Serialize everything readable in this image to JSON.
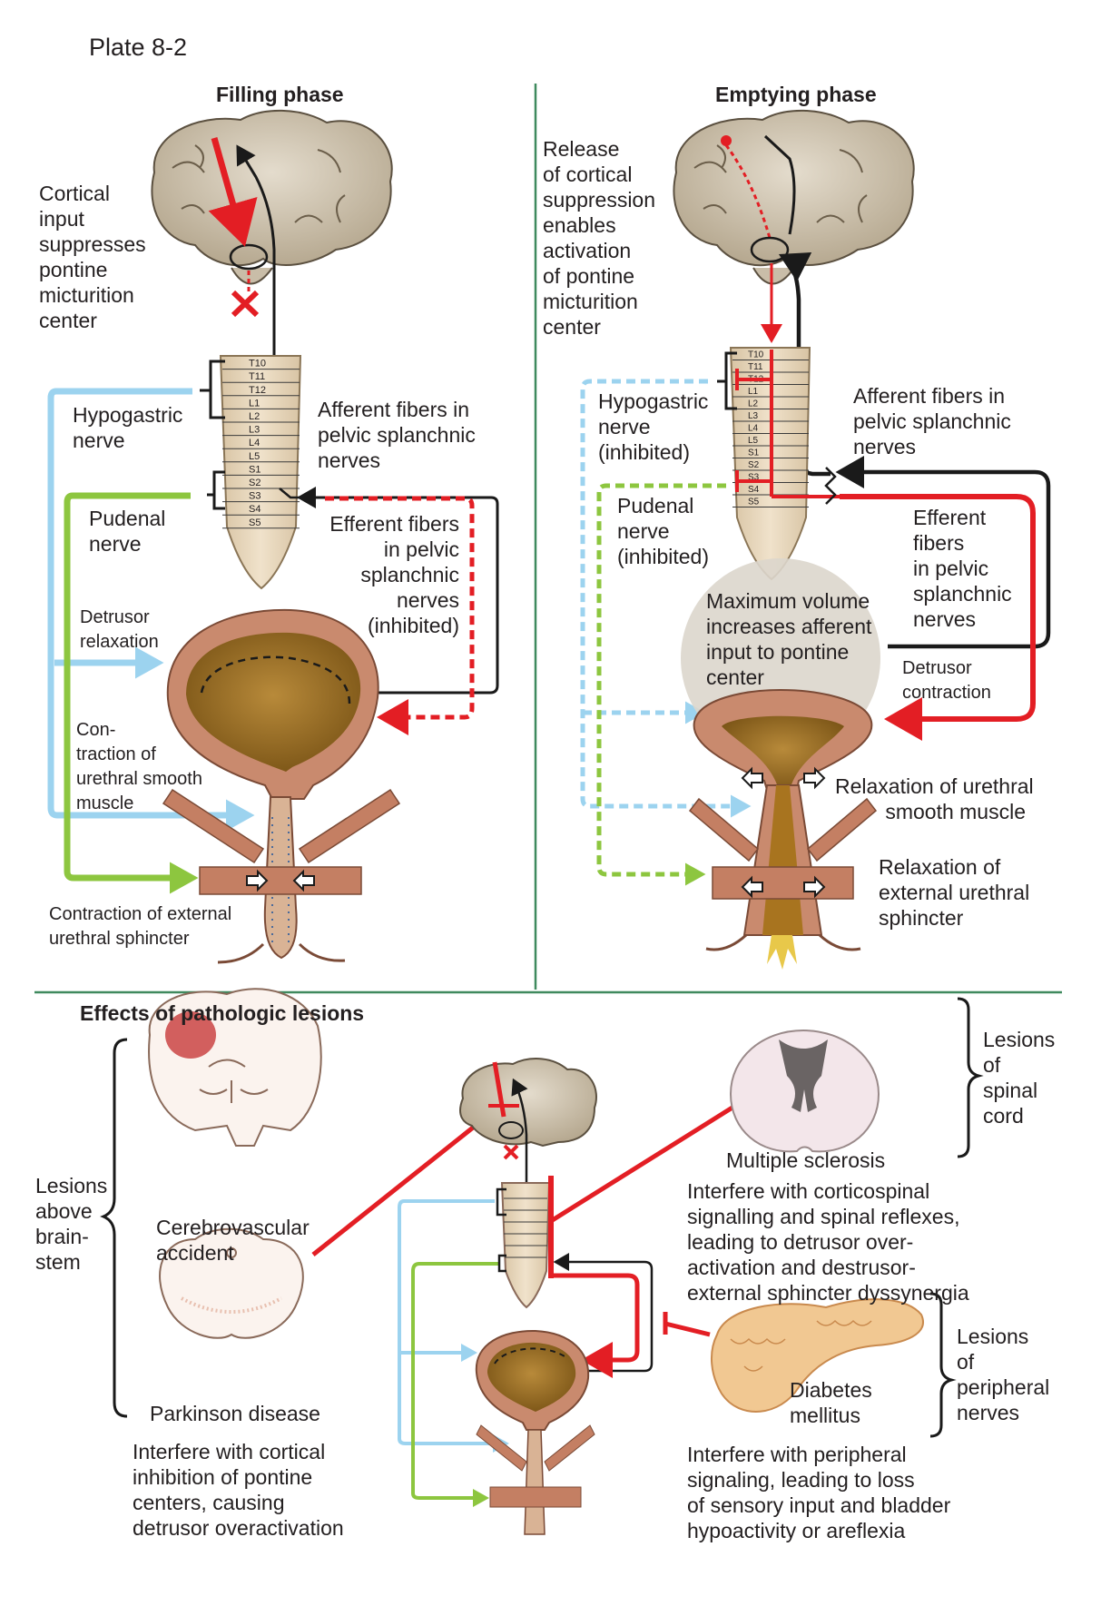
{
  "plate_label": "Plate 8-2",
  "filling": {
    "title": "Filling phase",
    "cortical_input": "Cortical\ninput\nsuppresses\npontine\nmicturition\ncenter",
    "hypogastric": "Hypogastric\nnerve",
    "pudenal": "Pudenal\nnerve",
    "afferent": "Afferent fibers in\npelvic splanchnic\nnerves",
    "efferent": "Efferent fibers\nin pelvic\nsplanchnic\nnerves\n(inhibited)",
    "detrusor": "Detrusor\nrelaxation",
    "contraction_smooth": "Con-\ntraction of\nurethral smooth\nmuscle",
    "contraction_external": "Contraction of external\nurethral sphincter"
  },
  "emptying": {
    "title": "Emptying phase",
    "release": "Release\nof cortical\nsuppression\nenables\nactivation\nof pontine\nmicturition\ncenter",
    "hypogastric": "Hypogastric\nnerve\n(inhibited)",
    "pudenal": "Pudenal\nnerve\n(inhibited)",
    "afferent": "Afferent fibers in\npelvic splanchnic\nnerves",
    "efferent": "Efferent\nfibers\nin pelvic\nsplanchnic\nnerves",
    "max_volume": "Maximum volume\nincreases afferent\ninput to pontine\ncenter",
    "detrusor": "Detrusor\ncontraction",
    "relax_smooth": "Relaxation of urethral\nsmooth muscle",
    "relax_external": "Relaxation of\nexternal urethral\nsphincter"
  },
  "lesions": {
    "title": "Effects of pathologic lesions",
    "above_brainstem": "Lesions\nabove\nbrain-\nstem",
    "cva": "Cerebrovascular\naccident",
    "parkinson": "Parkinson disease",
    "cortical_text": "Interfere with cortical\ninhibition of pontine\ncenters, causing\ndetrusor overactivation",
    "spinal_cord": "Lesions\nof\nspinal\ncord",
    "ms": "Multiple sclerosis",
    "spinal_text": "Interfere with corticospinal\nsignalling and spinal reflexes,\nleading to detrusor over-\nactivation and destrusor-\nexternal sphincter dyssynergia",
    "peripheral": "Lesions\nof\nperipheral\nnerves",
    "diabetes": "Diabetes\nmellitus",
    "peripheral_text": "Interfere with peripheral\nsignaling, leading to loss\nof sensory input and bladder\nhypoactivity or areflexia"
  },
  "segments_filling": [
    "T10",
    "T11",
    "T12",
    "L1",
    "L2",
    "L3",
    "L4",
    "L5",
    "S1",
    "S2",
    "S3",
    "S4",
    "S5"
  ],
  "segments_emptying": [
    "T10",
    "T11",
    "T12",
    "L1",
    "L2",
    "L3",
    "L4",
    "L5",
    "S1",
    "S2",
    "S3",
    "S4",
    "S5"
  ],
  "colors": {
    "red": "#e31e24",
    "black": "#1a1a1a",
    "blue": "#9cd3ef",
    "green": "#8dc63f",
    "divider": "#3f8a5e",
    "brain": "#c9bda8",
    "cord": "#e8d7bd",
    "bladder_wall": "#c98a6e",
    "bladder_inner": "#9e6f1e",
    "muscle": "#c47f63"
  }
}
